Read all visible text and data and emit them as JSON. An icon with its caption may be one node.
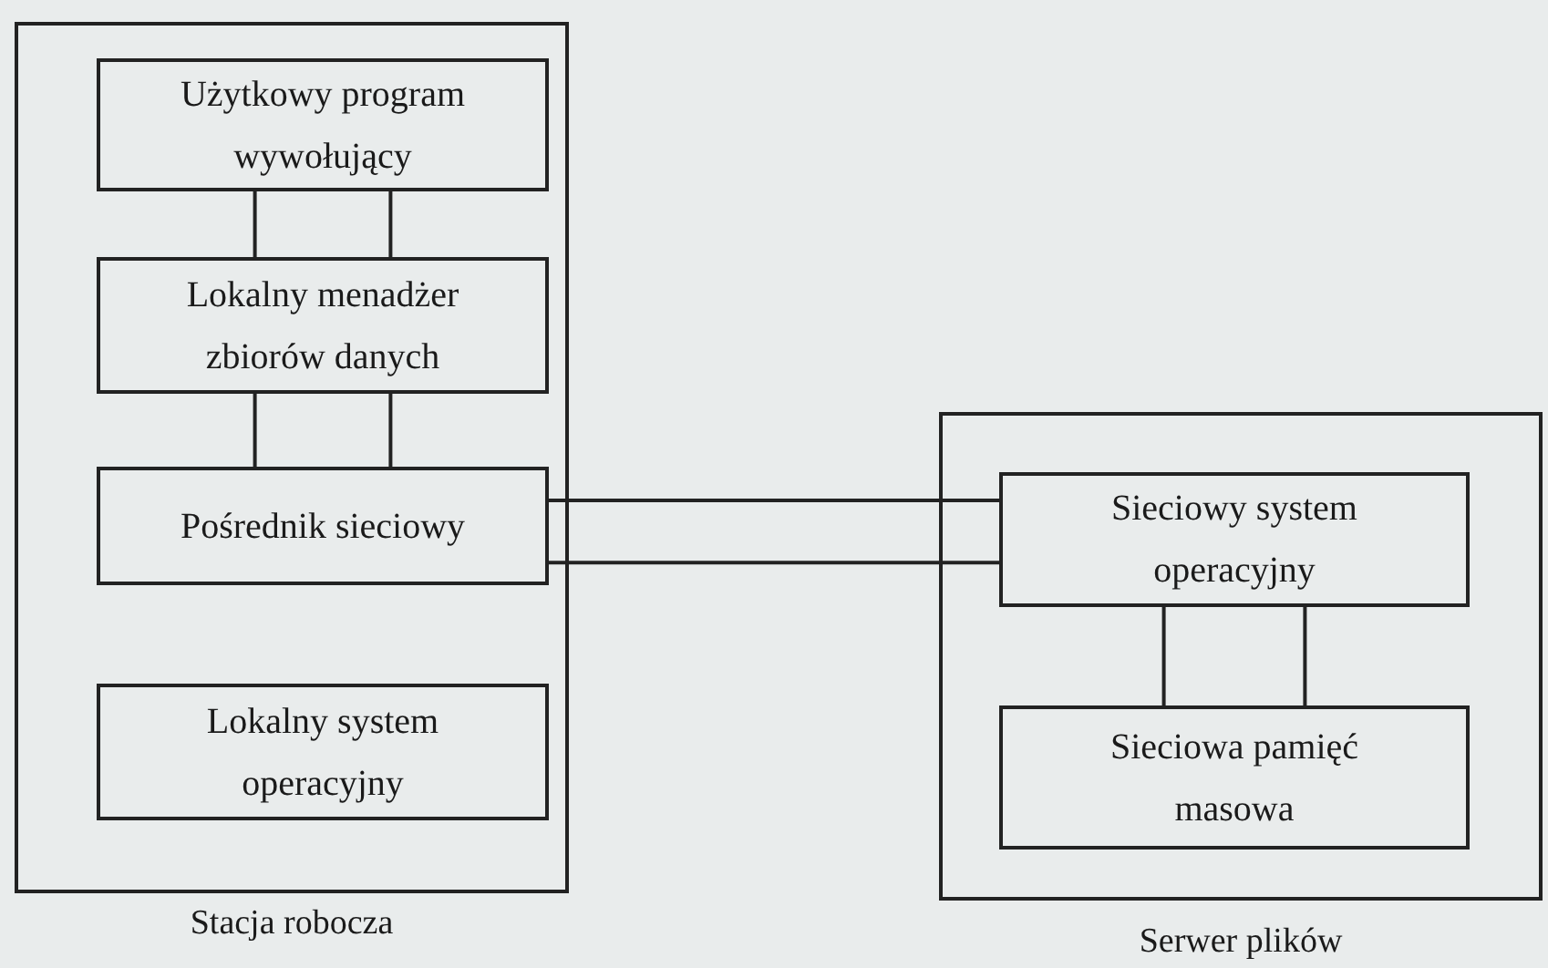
{
  "diagram": {
    "nodes": [
      {
        "text": [
          "Stacja robocza"
        ]
      },
      {
        "text": [
          "Użytkowy program wywołujący"
        ],
        "in": 0
      },
      {
        "text": [
          "Lokalny menadżer zbiorów danych"
        ],
        "in": 0
      },
      {
        "text": [
          "Pośrednik sieciowy"
        ],
        "in": 0
      },
      {
        "text": [
          "Lokalny system operacyjny"
        ],
        "in": 0
      },
      {
        "text": [
          "Serwer plików"
        ]
      },
      {
        "text": [
          "Sieciowy system operacyjny"
        ],
        "in": 5
      },
      {
        "text": [
          "Sieciowa pamięć masowa"
        ],
        "in": 5
      }
    ],
    "edges": [
      {
        "from": 1,
        "to": 2,
        "arrow": "none"
      },
      {
        "from": 1,
        "to": 2,
        "arrow": "none"
      },
      {
        "from": 2,
        "to": 3,
        "arrow": "none"
      },
      {
        "from": 2,
        "to": 3,
        "arrow": "none"
      },
      {
        "from": 3,
        "to": 6,
        "arrow": "none"
      },
      {
        "from": 3,
        "to": 6,
        "arrow": "none"
      },
      {
        "from": 6,
        "to": 7,
        "arrow": "none"
      },
      {
        "from": 6,
        "to": 7,
        "arrow": "none"
      }
    ]
  }
}
